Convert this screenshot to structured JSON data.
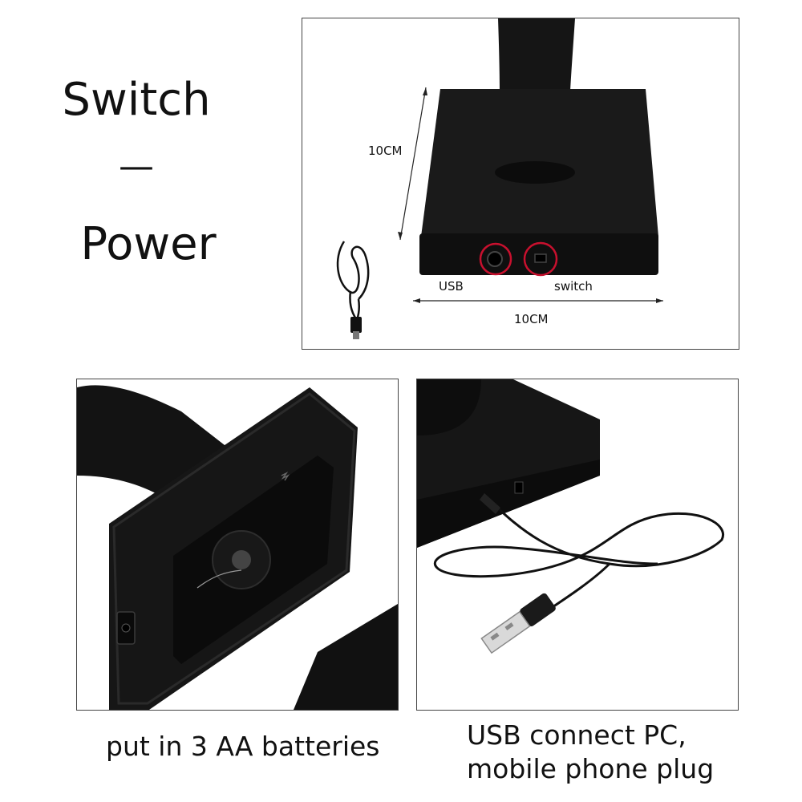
{
  "left_heading": {
    "line1": "Switch",
    "line2": "—",
    "line3": "Power"
  },
  "top_panel": {
    "height_label": "10CM",
    "width_label": "10CM",
    "usb_label": "USB",
    "switch_label": "switch"
  },
  "captions": {
    "batteries": "put in 3 AA batteries",
    "usb_line1": "USB connect PC,",
    "usb_line2": "mobile phone plug"
  },
  "colors": {
    "product": "#141414",
    "highlight_circle": "#c8102e",
    "border": "#444444"
  }
}
